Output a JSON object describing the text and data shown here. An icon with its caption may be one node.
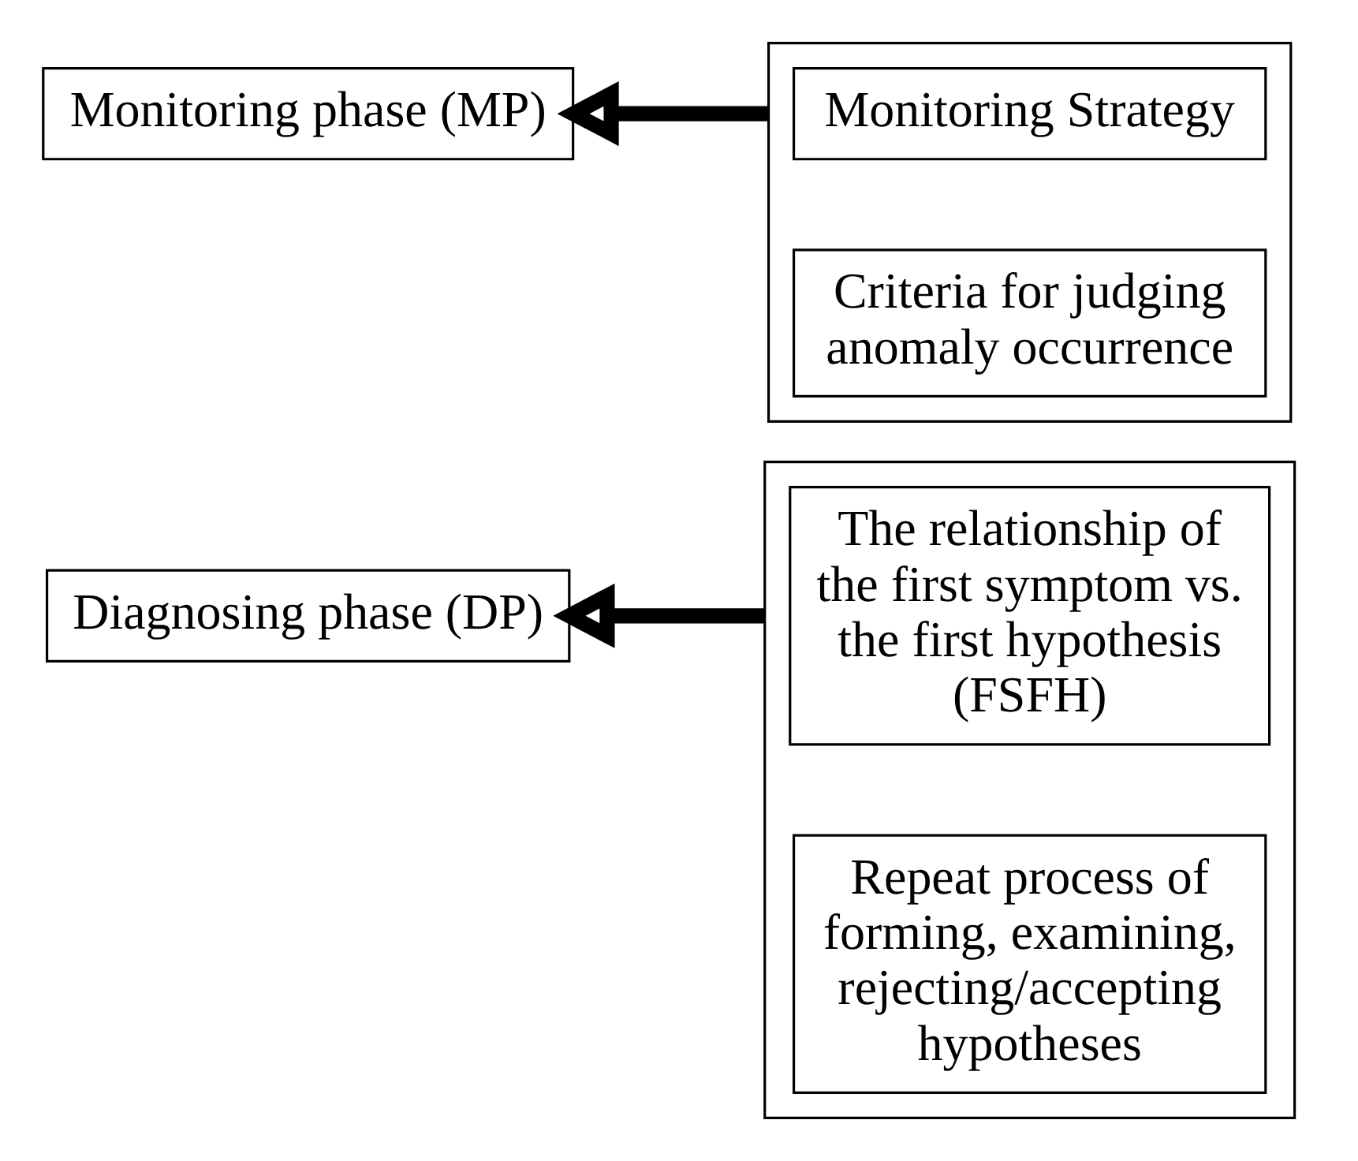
{
  "diagram": {
    "nodes": [
      {
        "text": [
          "Monitoring phase (MP)"
        ]
      },
      {
        "text": [],
        "shape": "box"
      },
      {
        "text": [
          "Monitoring Strategy"
        ],
        "in": 1
      },
      {
        "text": [
          "Criteria for judging anomaly occurrence"
        ],
        "in": 1
      },
      {
        "text": [
          "Diagnosing phase (DP)"
        ]
      },
      {
        "text": [],
        "shape": "box"
      },
      {
        "text": [
          "The relationship of the first symptom vs. the first hypothesis (FSFH)"
        ],
        "in": 5
      },
      {
        "text": [
          "Repeat process of forming, examining, rejecting/accepting hypotheses"
        ],
        "in": 5
      }
    ],
    "edges": [
      {
        "from": 1,
        "to": 0,
        "arrow": "to"
      },
      {
        "from": 5,
        "to": 4,
        "arrow": "to"
      }
    ]
  }
}
